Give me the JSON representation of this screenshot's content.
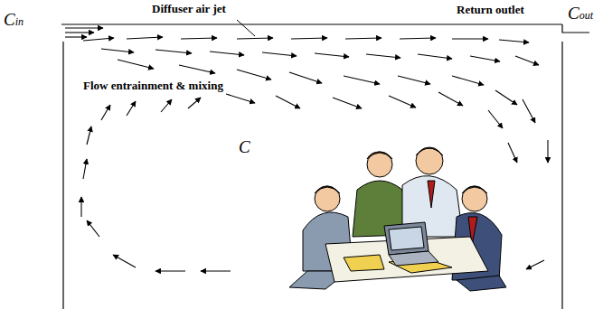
{
  "diagram": {
    "labels": [
      "Cin",
      "Diffuser air jet",
      "Return outlet",
      "Cout",
      "Flow entrainment & mixing",
      "C"
    ]
  }
}
